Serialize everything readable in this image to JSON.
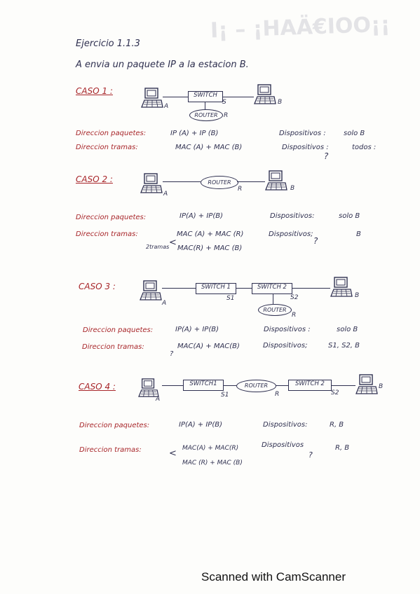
{
  "bleed_text": "I¡ – ¡HAÄ€IOO¡¡",
  "header": {
    "exercise": "Ejercicio 1.1.3",
    "statement": "A envia un paquete IP a la estacion B."
  },
  "labels": {
    "switch": "SWITCH",
    "router": "ROUTER",
    "switch1": "SWITCH 1",
    "switch2": "SWITCH 2",
    "switch1b": "SWITCH1",
    "a": "A",
    "b": "B",
    "r": "R",
    "s": "S",
    "s1": "S1",
    "s2": "S2",
    "q": "?"
  },
  "case1": {
    "title": "CASO 1 :",
    "paq_label": "Direccion paquetes:",
    "paq_value": "IP (A)    + IP (B)",
    "paq_disp_label": "Dispositivos :",
    "paq_disp_value": "solo B",
    "tram_label": "Direccion tramas:",
    "tram_value": "MAC (A) + MAC (B)",
    "tram_disp_label": "Dispositivos :",
    "tram_disp_value": "todos :"
  },
  "case2": {
    "title": "CASO 2 :",
    "paq_label": "Direccion paquetes:",
    "paq_value": "IP(A) + IP(B)",
    "paq_disp_label": "Dispositivos:",
    "paq_disp_value": "solo B",
    "tram_label": "Direccion tramas:",
    "tram_value1": "MAC (A) + MAC (R)",
    "tram_value2": "MAC(R) + MAC (B)",
    "tram_note": "2tramas",
    "tram_disp_label": "Dispositivos;",
    "tram_disp_value": "B"
  },
  "case3": {
    "title": "CASO 3 :",
    "paq_label": "Direccion paquetes:",
    "paq_value": "IP(A) + IP(B)",
    "paq_disp_label": "Dispositivos :",
    "paq_disp_value": "solo B",
    "tram_label": "Direccion tramas:",
    "tram_value": "MAC(A) + MAC(B)",
    "tram_disp_label": "Dispositivos;",
    "tram_disp_value": "S1, S2, B"
  },
  "case4": {
    "title": "CASO 4 :",
    "paq_label": "Direccion paquetes:",
    "paq_value": "IP(A) + IP(B)",
    "paq_disp_label": "Dispositivos:",
    "paq_disp_value": "R, B",
    "tram_label": "Direccion tramas:",
    "tram_value1": "MAC(A) + MAC(R)",
    "tram_value2": "MAC (R) + MAC (B)",
    "tram_disp_label": "Dispositivos",
    "tram_disp_value": "R, B"
  },
  "footer": "Scanned with CamScanner"
}
